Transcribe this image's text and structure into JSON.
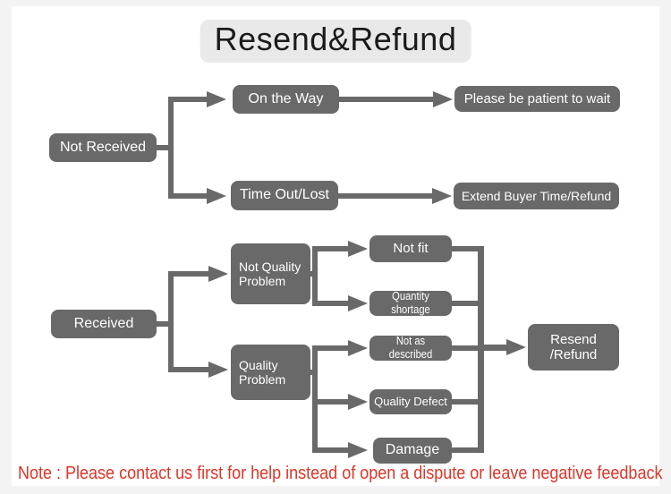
{
  "title": "Resend&Refund",
  "note": "Note : Please contact us first for help instead of open a dispute or leave negative feedback",
  "colors": {
    "node_fill": "#696969",
    "node_text": "#ffffff",
    "title_text": "#1b1b1b",
    "title_bg": "#e9e9e9",
    "note_red": "#e13427",
    "canvas": "#ffffff",
    "frame": "#f3f3f3"
  },
  "nodes": {
    "not_received": "Not Received",
    "on_the_way": "On the Way",
    "be_patient": "Please be patient to wait",
    "time_out_lost": "Time Out/Lost",
    "extend_refund": "Extend Buyer Time/Refund",
    "received": "Received",
    "not_quality_problem": "Not Quality Problem",
    "quality_problem": "Quality Problem",
    "not_fit": "Not fit",
    "quantity_shortage": "Quantity shortage",
    "not_as_described": "Not as described",
    "quality_defect": "Quality Defect",
    "damage": "Damage",
    "resend_refund": "Resend /Refund"
  },
  "edges": [
    {
      "from": "Not Received",
      "to": "On the Way"
    },
    {
      "from": "Not Received",
      "to": "Time Out/Lost"
    },
    {
      "from": "On the Way",
      "to": "Please be patient to wait"
    },
    {
      "from": "Time Out/Lost",
      "to": "Extend Buyer Time/Refund"
    },
    {
      "from": "Received",
      "to": "Not Quality Problem"
    },
    {
      "from": "Received",
      "to": "Quality Problem"
    },
    {
      "from": "Not Quality Problem",
      "to": "Not fit"
    },
    {
      "from": "Not Quality Problem",
      "to": "Quantity shortage"
    },
    {
      "from": "Quality Problem",
      "to": "Not as described"
    },
    {
      "from": "Quality Problem",
      "to": "Quality Defect"
    },
    {
      "from": "Quality Problem",
      "to": "Damage"
    },
    {
      "from": "Not fit",
      "to": "Resend /Refund"
    },
    {
      "from": "Quantity shortage",
      "to": "Resend /Refund"
    },
    {
      "from": "Not as described",
      "to": "Resend /Refund"
    },
    {
      "from": "Quality Defect",
      "to": "Resend /Refund"
    },
    {
      "from": "Damage",
      "to": "Resend /Refund"
    }
  ]
}
